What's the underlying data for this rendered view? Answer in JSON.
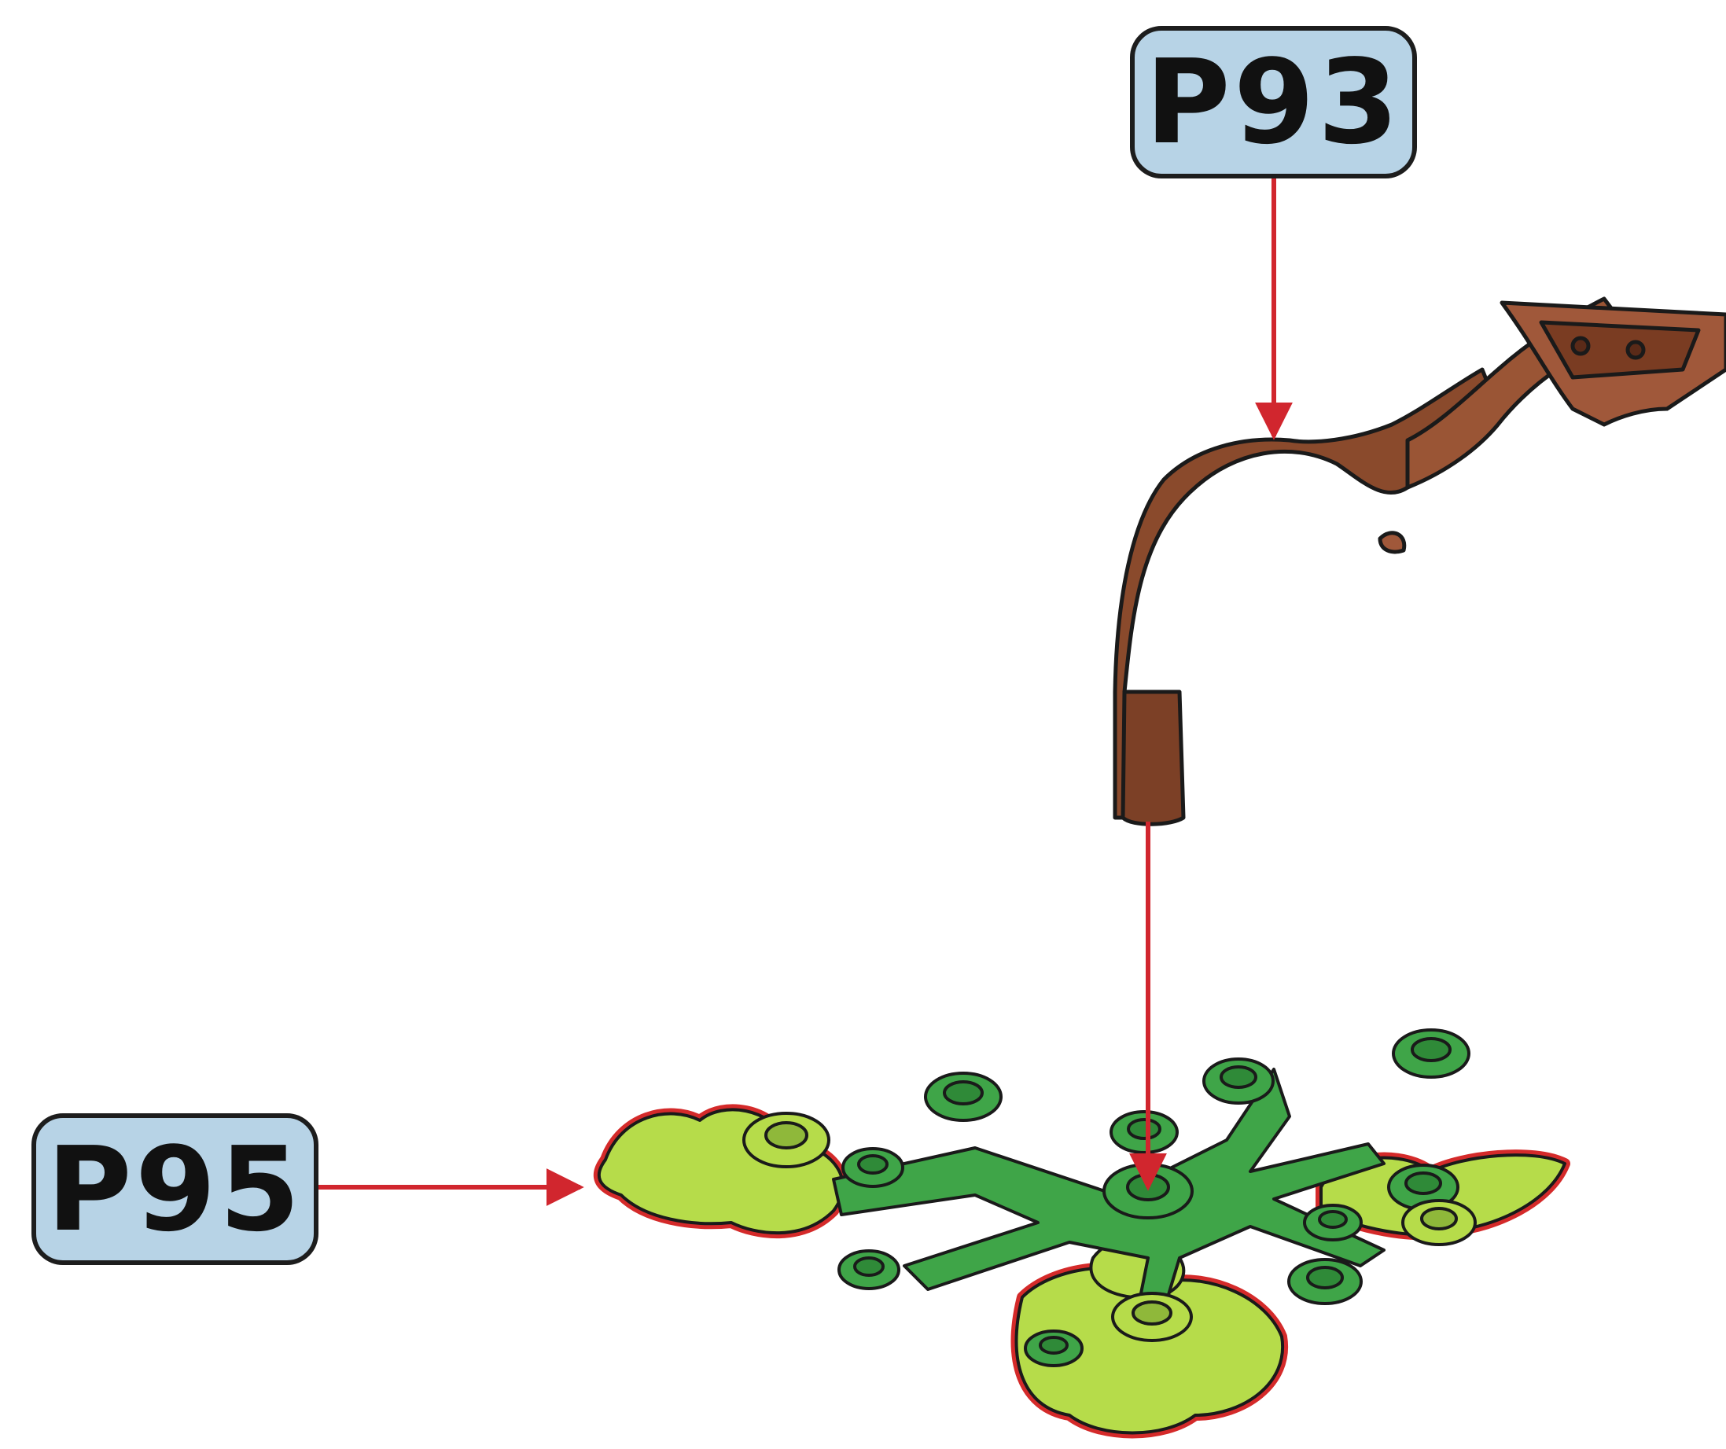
{
  "labels": {
    "top": "P93",
    "left": "P95"
  },
  "parts": {
    "trunk": {
      "color": "#8a4a2c",
      "outline": "#1a1a1a",
      "icon": "tree-trunk-branch"
    },
    "foliage": {
      "color_dark": "#3fa548",
      "color_light": "#b6dc4a",
      "outline_glow": "#d42a2a",
      "icon": "leaf-plate"
    }
  },
  "arrows": {
    "color": "#d1262e"
  },
  "label_style": {
    "fill": "#b7d3e6",
    "border": "#1d1d1d"
  }
}
